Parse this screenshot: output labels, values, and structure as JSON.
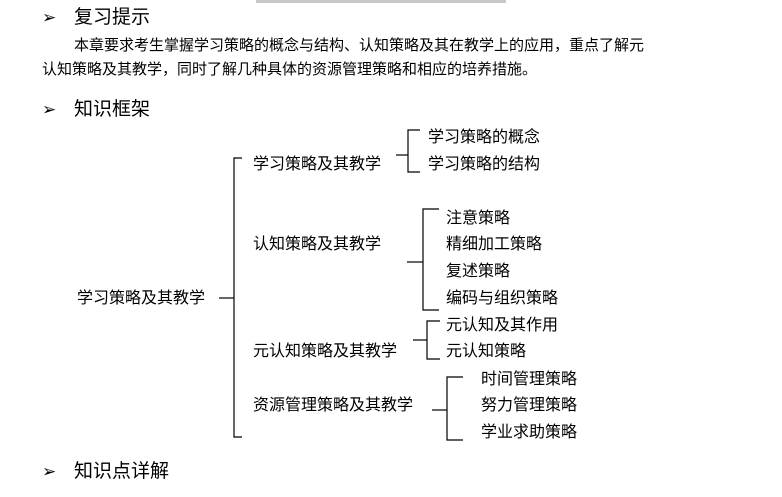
{
  "sections": [
    {
      "title": "复习提示"
    },
    {
      "title": "知识框架"
    },
    {
      "title": "知识点详解"
    }
  ],
  "review_text": [
    "本章要求考生掌握学习策略的概念与结构、认知策略及其在教学上的应用，重点了解元",
    "认知策略及其教学，同时了解几种具体的资源管理策略和相应的培养措施。"
  ],
  "tree": {
    "root": "学习策略及其教学",
    "branches": [
      {
        "label": "学习策略及其教学",
        "children": [
          "学习策略的概念",
          "学习策略的结构"
        ]
      },
      {
        "label": "认知策略及其教学",
        "children": [
          "注意策略",
          "精细加工策略",
          "复述策略",
          "编码与组织策略"
        ]
      },
      {
        "label": "元认知策略及其教学",
        "children": [
          "元认知及其作用",
          "元认知策略"
        ]
      },
      {
        "label": "资源管理策略及其教学",
        "children": [
          "时间管理策略",
          "努力管理策略",
          "学业求助策略"
        ]
      }
    ]
  }
}
